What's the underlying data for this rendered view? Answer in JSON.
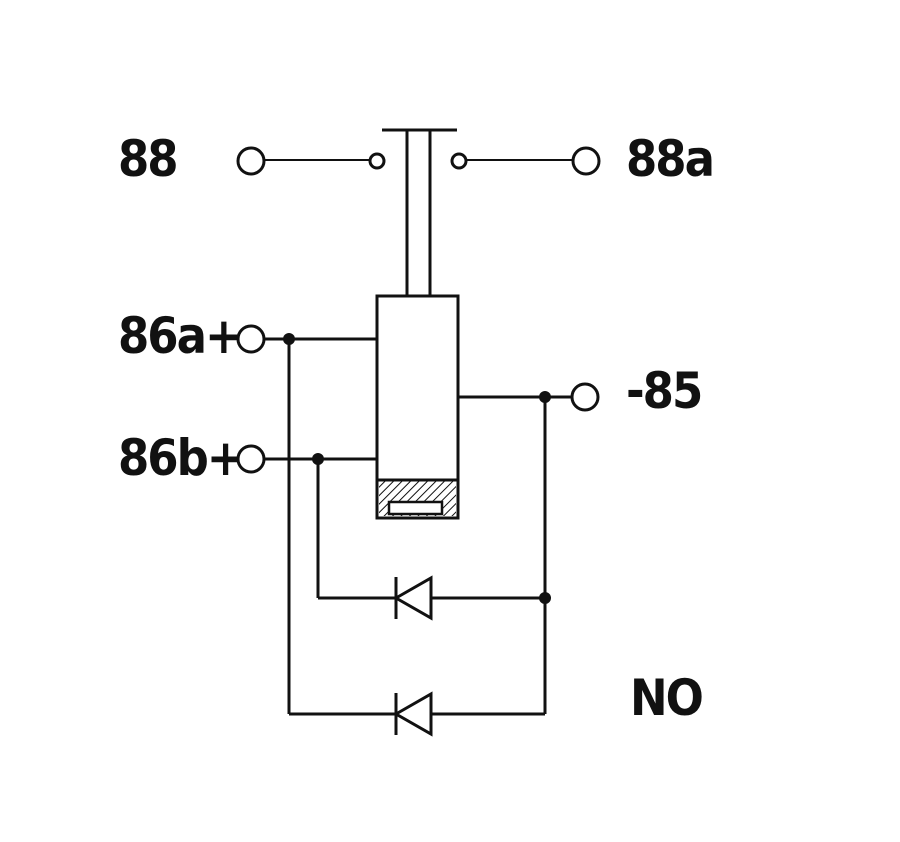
{
  "terminals": {
    "t88": "88",
    "t88a": "88a",
    "t86a": "86a+",
    "t86b": "86b+",
    "t85": "-85"
  },
  "contact_type": "NO",
  "colors": {
    "ink": "#111111",
    "background": "#ffffff"
  }
}
